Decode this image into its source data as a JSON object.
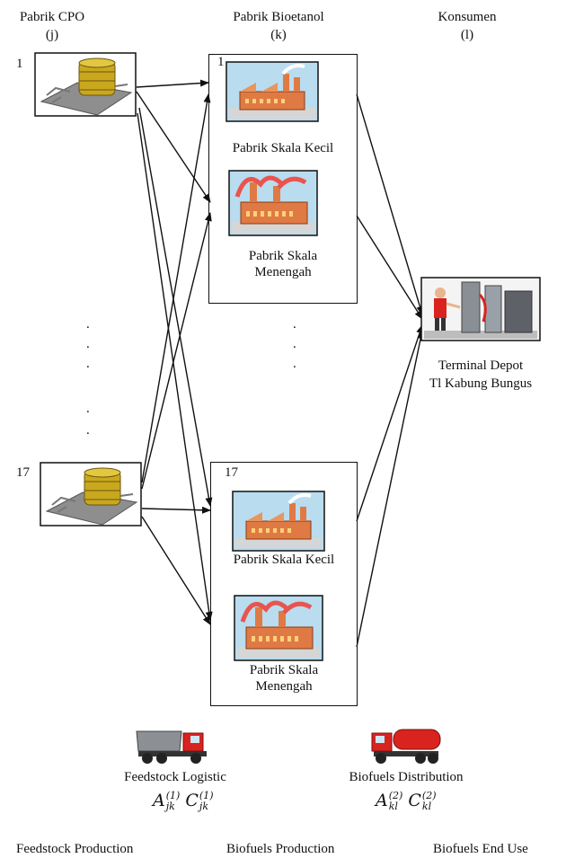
{
  "columns": {
    "cpo": {
      "title": "Pabrik CPO",
      "index": "(j)"
    },
    "bioetanol": {
      "title": "Pabrik Bioetanol",
      "index": "(k)"
    },
    "konsumen": {
      "title": "Konsumen",
      "index": "(l)"
    }
  },
  "cpo_nodes": [
    {
      "label": "1",
      "icon": "cpo-tank-icon"
    },
    {
      "label": "17",
      "icon": "cpo-tank-icon"
    }
  ],
  "bioetanol_groups": [
    {
      "label": "1",
      "plants": [
        {
          "name": "Pabrik Skala Kecil",
          "icon": "small-factory-icon"
        },
        {
          "name": "Pabrik Skala\nMenengah",
          "icon": "medium-factory-icon"
        }
      ]
    },
    {
      "label": "17",
      "plants": [
        {
          "name": "Pabrik Skala Kecil",
          "icon": "small-factory-icon"
        },
        {
          "name": "Pabrik Skala\nMenengah",
          "icon": "medium-factory-icon"
        }
      ]
    }
  ],
  "consumer": {
    "line1": "Terminal Depot",
    "line2": "Tl Kabung Bungus",
    "icon": "fuel-pump-icon"
  },
  "ellipsis": ".",
  "transport": {
    "feedstock": {
      "label": "Feedstock Logistic",
      "icon": "dump-truck-icon",
      "a": "A",
      "a_sup": "(1)",
      "a_sub": "jk",
      "c": "C",
      "c_sup": "(1)",
      "c_sub": "jk"
    },
    "distribution": {
      "label": "Biofuels Distribution",
      "icon": "tanker-truck-icon",
      "a": "A",
      "a_sup": "(2)",
      "a_sub": "kl",
      "c": "C",
      "c_sup": "(2)",
      "c_sub": "kl"
    }
  },
  "stages": [
    "Feedstock Production",
    "Biofuels Production",
    "Biofuels End Use"
  ],
  "colors": {
    "line": "#111111",
    "tank": "#c9a81e",
    "factory": "#e07a45",
    "sky": "#b9dcef",
    "truck_red": "#d9231f"
  }
}
